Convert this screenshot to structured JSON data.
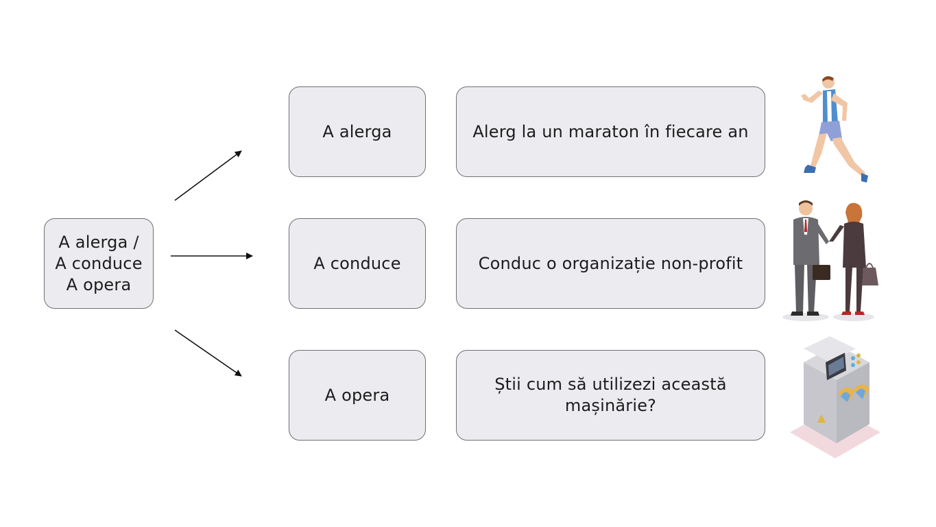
{
  "source": {
    "lines": [
      "A alerga /",
      "A conduce",
      "A opera"
    ]
  },
  "rows": [
    {
      "verb": "A alerga",
      "sentence_lines": [
        "Alerg la un maraton în fiecare an"
      ],
      "illustration_icon": "runner-icon"
    },
    {
      "verb": "A conduce",
      "sentence_lines": [
        "Conduc o organizație non-profit"
      ],
      "illustration_icon": "business-people-icon"
    },
    {
      "verb": "A opera",
      "sentence_lines": [
        "Știi cum să utilizezi această",
        "mașinărie?"
      ],
      "illustration_icon": "machine-icon"
    }
  ],
  "colors": {
    "box_fill": "#ececf0",
    "box_border": "#6f6f73",
    "text": "#1c1c1c",
    "arrow": "#111111"
  }
}
